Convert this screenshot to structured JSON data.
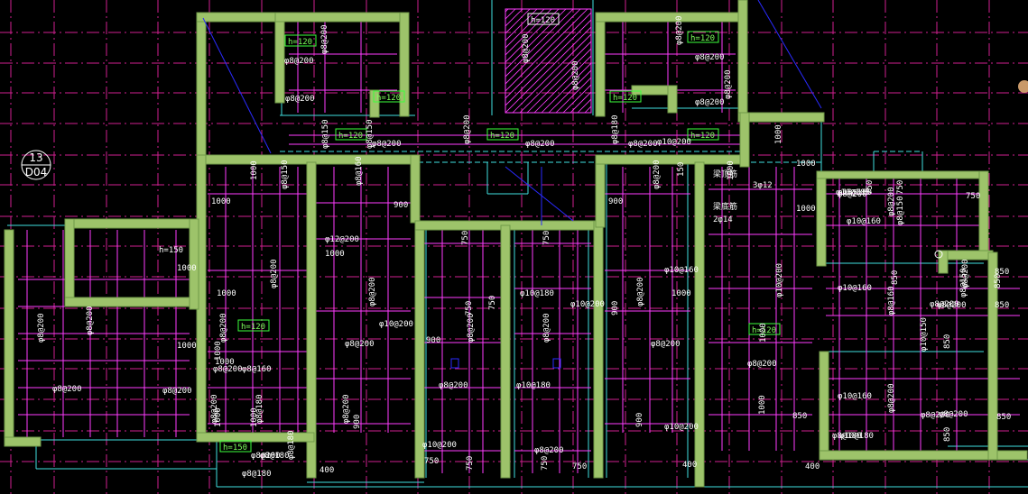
{
  "colors": {
    "background": "#000000",
    "grid_axis": "#d0208f",
    "rebar": "#ff3cff",
    "wall": "#9dc36a",
    "outline": "#40e0e0",
    "blue": "#2a2aff",
    "slab_tag": "#3cff3c",
    "text": "#ffffff"
  },
  "axis_marker": {
    "top": "13",
    "bottom": "D04"
  },
  "slab_labels": [
    "h=120",
    "h=120",
    "h=120",
    "h=120",
    "h=120",
    "h=120",
    "h=120",
    "h=120",
    "h=120",
    "h=120",
    "h=150"
  ],
  "rebar_labels_h": [
    "φ8@200",
    "φ8@200",
    "φ8@200",
    "φ8@200",
    "φ8@200",
    "φ8@200",
    "φ8@200",
    "φ12@200",
    "φ8@200",
    "φ10@200",
    "φ8@200",
    "φ10@160",
    "φ10@200",
    "φ8@200",
    "φ10@180",
    "φ8@200",
    "φ10@180",
    "φ8@200",
    "φ8@160",
    "φ8@200",
    "φ10@200",
    "φ8@200",
    "φ10@200",
    "φ8@200",
    "φ10@160",
    "φ8@180",
    "φ8@180",
    "φ8@200",
    "φ10@200",
    "φ10@160",
    "φ8@200",
    "φ10@180",
    "φ8@200",
    "φ8@200",
    "φ10@180",
    "φ10@160",
    "φ8@200",
    "φ8@180",
    "φ10@180",
    "φ8@200"
  ],
  "rebar_labels_v": [
    "φ8@200",
    "φ8@200",
    "φ8@200",
    "φ8@200",
    "φ8@200",
    "φ8@200",
    "φ8@150",
    "φ8@160",
    "φ8@200",
    "φ8@200",
    "φ8@200",
    "φ8@150",
    "φ8@150",
    "φ8@200",
    "φ8@180",
    "φ8@200",
    "φ8@200",
    "φ8@200",
    "φ8@200",
    "φ10@200",
    "φ8@160",
    "φ8@150",
    "φ10@150",
    "φ8@200",
    "φ8@200",
    "φ8@150",
    "φ8@200",
    "φ8@180",
    "φ8@180",
    "φ8@200",
    "φ8@200",
    "φ8@200"
  ],
  "dims_h": [
    "1000",
    "1000",
    "1000",
    "1000",
    "1000",
    "1000",
    "900",
    "900",
    "900",
    "1000",
    "1000",
    "1000",
    "750",
    "850",
    "850",
    "850",
    "850",
    "750",
    "750",
    "400",
    "400",
    "400"
  ],
  "dims_v": [
    "1000",
    "1000",
    "1000",
    "1000",
    "150",
    "1000",
    "750",
    "750",
    "750",
    "750",
    "750",
    "750",
    "900",
    "900",
    "900",
    "850",
    "850",
    "850",
    "850",
    "1000",
    "1000",
    "1000",
    "750",
    "750"
  ],
  "beam_labels": [
    "梁顶筋",
    "3φ12",
    "梁底筋",
    "2φ14"
  ],
  "notes": [
    "h=150"
  ]
}
